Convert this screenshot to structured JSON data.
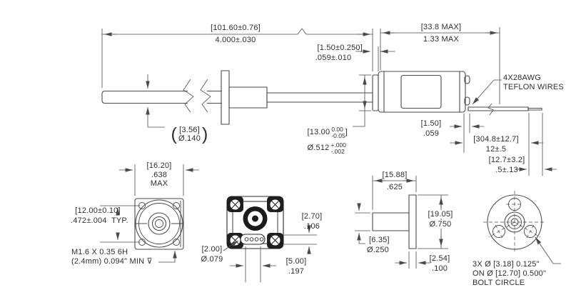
{
  "top_view": {
    "overall_length_mm": "[101.60±0.76]",
    "overall_length_in": "4.000±.030",
    "motor_length_mm": "[33.8 MAX]",
    "motor_length_in": "1.33 MAX",
    "front_boss_mm": "[1.50±0.250]",
    "front_boss_in": ".059±.010",
    "shaft_ref_open": "(",
    "shaft_ref_mm": "[3.56]",
    "shaft_ref_in": "Ø.140",
    "shaft_ref_close": ")",
    "pilot_mm": "[13.00",
    "pilot_mm_tol_up": "0.00",
    "pilot_mm_tol_dn": "-0.05",
    "pilot_mm_close": "]",
    "pilot_in": "Ø.512",
    "pilot_in_tol_up": "+.000",
    "pilot_in_tol_dn": "-.002",
    "rear_cap_mm": "[1.50]",
    "rear_cap_in": ".059",
    "wire_length_mm": "[304.8±12.7]",
    "wire_length_in": "12±.5",
    "strip_length_mm": "[12.7±3.2]",
    "strip_length_in": ".5±.13",
    "wires_note_1": "4X28AWG",
    "wires_note_2": "TEFLON WIRES"
  },
  "front_view": {
    "width_mm": "[16.20]",
    "width_in": ".638",
    "width_suffix": "MAX",
    "hole_spacing_mm": "[12.00±0.10]",
    "hole_spacing_in": ".472±.004  TYP.",
    "thread_note_1": "M1.6 X 0.35 6H",
    "thread_note_2": "(2.4mm) 0.094\" MIN ⊽"
  },
  "rear_view": {
    "pin_dia_mm": "[2.00]",
    "pin_dia_in": "Ø.079",
    "connector_offset_mm": "[2.70]",
    "connector_offset_in": ".106",
    "pin_span_mm": "[5.00]",
    "pin_span_in": ".197"
  },
  "side_view": {
    "length_mm": "[15.88]",
    "length_in": ".625",
    "flange_dia_mm": "[19.05]",
    "flange_dia_in": "Ø.750",
    "body_dia_mm": "[6.35]",
    "body_dia_in": "Ø.250",
    "flange_thickness_mm": "[2.54]",
    "flange_thickness_in": ".100"
  },
  "bolt_circle_view": {
    "note_1": "3X Ø [3.18] 0.125\"",
    "note_2": "ON Ø [12.70] 0.500\"",
    "note_3": "BOLT CIRCLE"
  }
}
